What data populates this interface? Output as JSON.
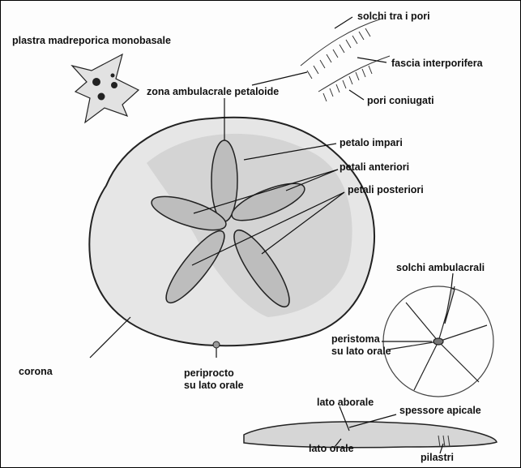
{
  "labels": {
    "plastra": "plastra madreporica monobasale",
    "solchi_pori": "solchi tra i pori",
    "fascia": "fascia interporifera",
    "pori": "pori coniugati",
    "zona": "zona ambulacrale petaloide",
    "petalo_impari": "petalo impari",
    "petali_anteriori": "petali anteriori",
    "petali_posteriori": "petali posteriori",
    "solchi_ambulacrali": "solchi ambulacrali",
    "peristoma_1": "peristoma",
    "peristoma_2": "su lato orale",
    "corona": "corona",
    "periprocto_1": "periprocto",
    "periprocto_2": "su lato orale",
    "lato_aborale": "lato aborale",
    "spessore": "spessore apicale",
    "lato_orale": "lato orale",
    "pilastri": "pilastri"
  },
  "colors": {
    "ink": "#111111",
    "shell_fill": "#dcdcdc",
    "petal_fill": "#bdbdbd",
    "line": "#222222"
  }
}
